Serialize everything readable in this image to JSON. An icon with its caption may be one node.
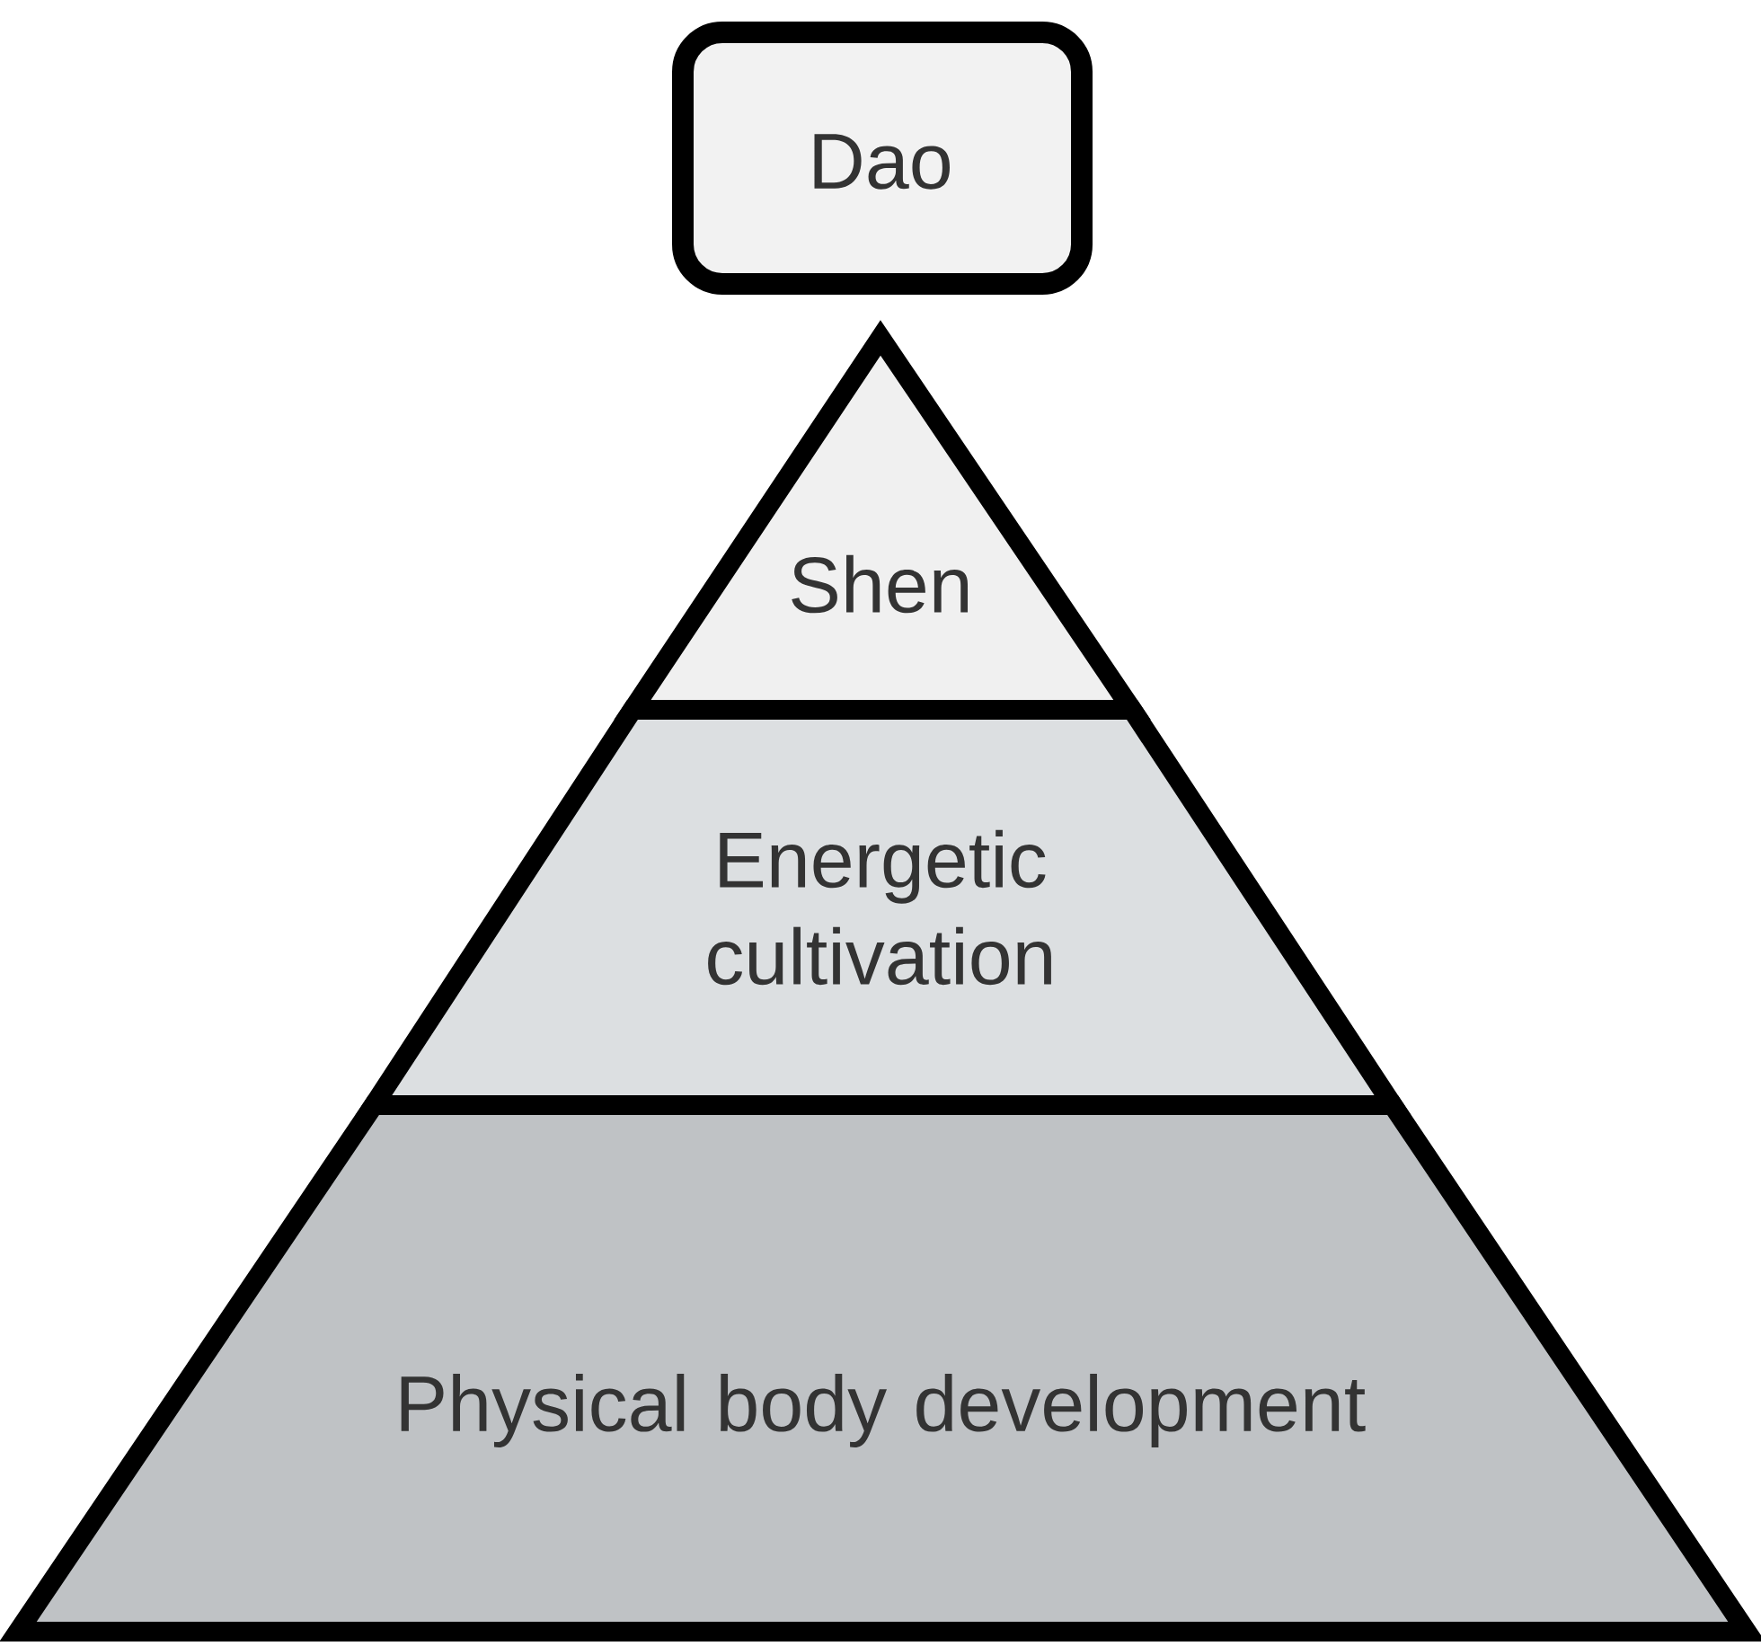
{
  "diagram": {
    "nodes": [
      {
        "text": [
          "Dao"
        ]
      },
      {
        "text": [
          "Shen"
        ]
      },
      {
        "text": [
          "Energetic cultivation"
        ]
      },
      {
        "text": [
          "Physical body development"
        ]
      }
    ]
  }
}
